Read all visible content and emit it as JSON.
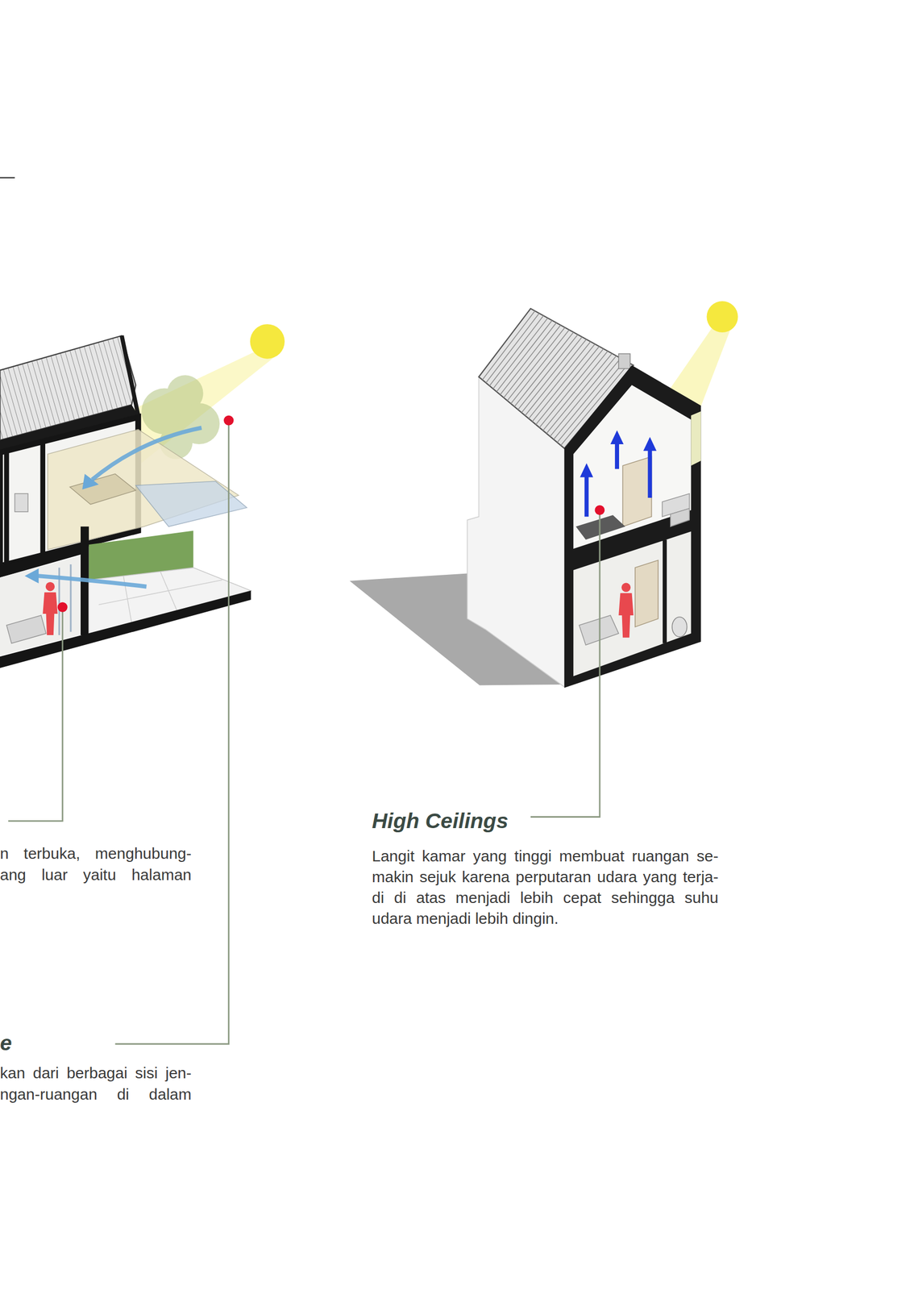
{
  "diagram": {
    "labels": [
      "n terbuka, menghubung- ang luar yaitu halaman",
      "e",
      "kan dari berbagai sisi jen- ngan-ruangan di dalam",
      "High Ceilings",
      "Langit kamar yang tinggi membuat ruangan se- makin sejuk karena perputaran udara yang terja- di di atas menjadi lebih cepat sehingga suhu udara menjadi lebih dingin."
    ]
  }
}
